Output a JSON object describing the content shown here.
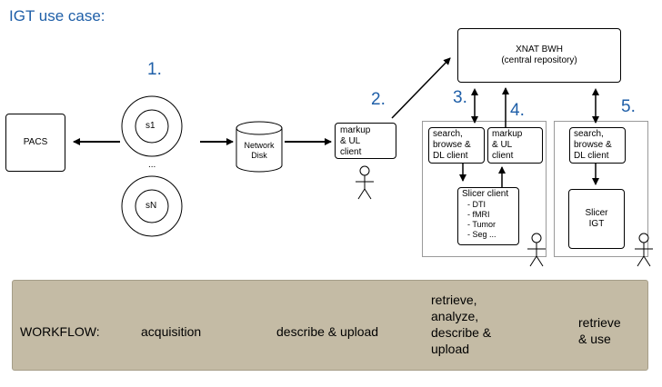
{
  "title": "IGT use case:",
  "steps": {
    "s1": "1.",
    "s2": "2.",
    "s3": "3.",
    "s4": "4.",
    "s5": "5."
  },
  "nodes": {
    "pacs": "PACS",
    "scanner_1": "s1",
    "scanner_n": "sN",
    "scanner_ellipsis": "...",
    "network_disk": "Network\nDisk",
    "markup_client_a": "markup\n& UL\nclient",
    "xnat": "XNAT BWH\n(central repository)",
    "search_client_a": "search,\nbrowse &\nDL client",
    "markup_client_b": "markup\n& UL\nclient",
    "slicer_client_title": "Slicer client",
    "slicer_client_items": "- DTI\n- fMRI\n- Tumor\n- Seg ...",
    "search_client_b": "search,\nbrowse &\nDL client",
    "slicer_igt": "Slicer\nIGT"
  },
  "workflow": {
    "label": "WORKFLOW:",
    "stage_1": "acquisition",
    "stage_2": "describe & upload",
    "stage_3": "retrieve,\nanalyze,\ndescribe &\nupload",
    "stage_4": "retrieve\n& use"
  }
}
